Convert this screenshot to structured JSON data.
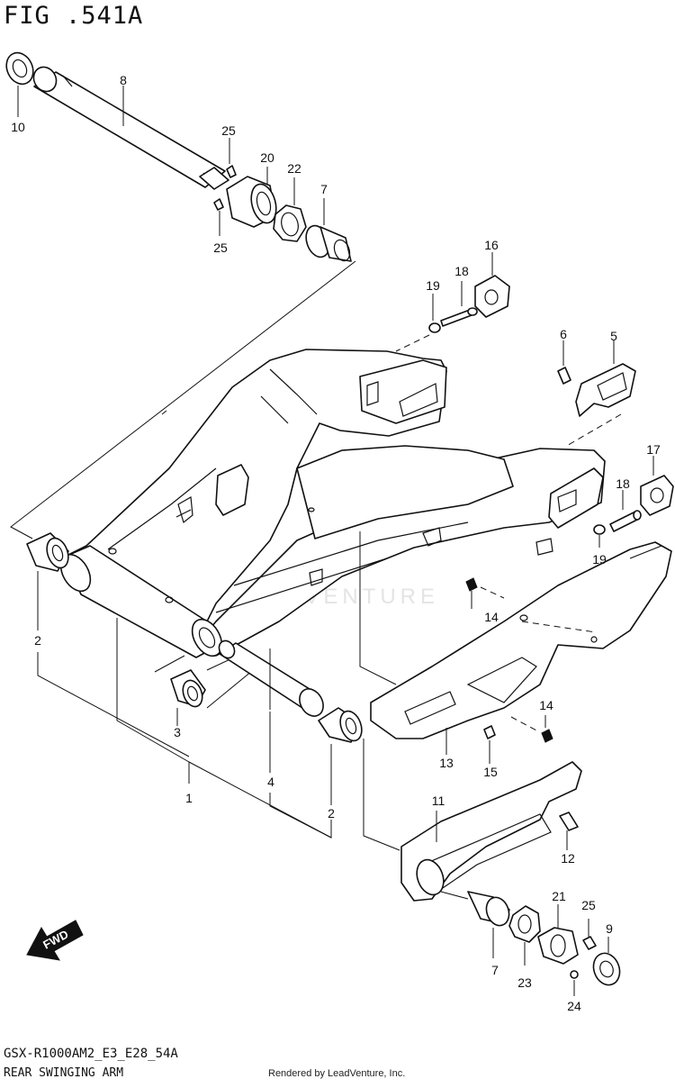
{
  "figure": {
    "title": "FIG .541A",
    "code": "GSX-R1000AM2_E3_E28_54A",
    "name": "REAR SWINGING ARM",
    "credit": "Rendered by LeadVenture, Inc.",
    "fwd_label": "FWD",
    "watermark": "ADVENTURE"
  },
  "callouts": {
    "c1": "1",
    "c2a": "2",
    "c2b": "2",
    "c3": "3",
    "c4": "4",
    "c5": "5",
    "c6": "6",
    "c7a": "7",
    "c7b": "7",
    "c8": "8",
    "c9": "9",
    "c10": "10",
    "c11": "11",
    "c12": "12",
    "c13": "13",
    "c14a": "14",
    "c14b": "14",
    "c15": "15",
    "c16": "16",
    "c17": "17",
    "c18a": "18",
    "c18b": "18",
    "c19a": "19",
    "c19b": "19",
    "c20": "20",
    "c21": "21",
    "c22": "22",
    "c23": "23",
    "c24": "24",
    "c25a": "25",
    "c25b": "25",
    "c25c": "25"
  }
}
